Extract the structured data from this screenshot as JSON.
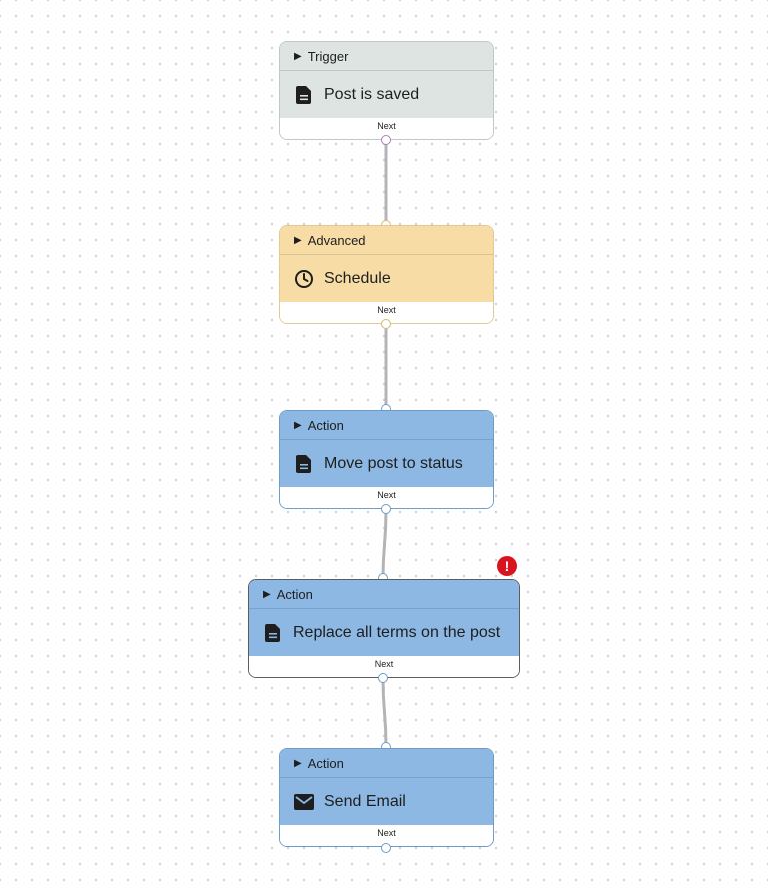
{
  "workflow": {
    "nodes": [
      {
        "id": "trigger",
        "category": "Trigger",
        "title": "Post is saved",
        "icon": "document-icon",
        "footer": "Next"
      },
      {
        "id": "schedule",
        "category": "Advanced",
        "title": "Schedule",
        "icon": "clock-icon",
        "footer": "Next"
      },
      {
        "id": "move-status",
        "category": "Action",
        "title": "Move post to status",
        "icon": "document-icon",
        "footer": "Next"
      },
      {
        "id": "replace-terms",
        "category": "Action",
        "title": "Replace all terms on the post",
        "icon": "document-icon",
        "footer": "Next",
        "has_error": true,
        "selected": true
      },
      {
        "id": "send-email",
        "category": "Action",
        "title": "Send Email",
        "icon": "envelope-icon",
        "footer": "Next"
      }
    ],
    "error_badge": "!"
  },
  "colors": {
    "trigger": "#dde4e1",
    "advanced": "#f7dca6",
    "action": "#8db8e3",
    "error": "#d8141e",
    "edge": "#b4b4b8"
  }
}
